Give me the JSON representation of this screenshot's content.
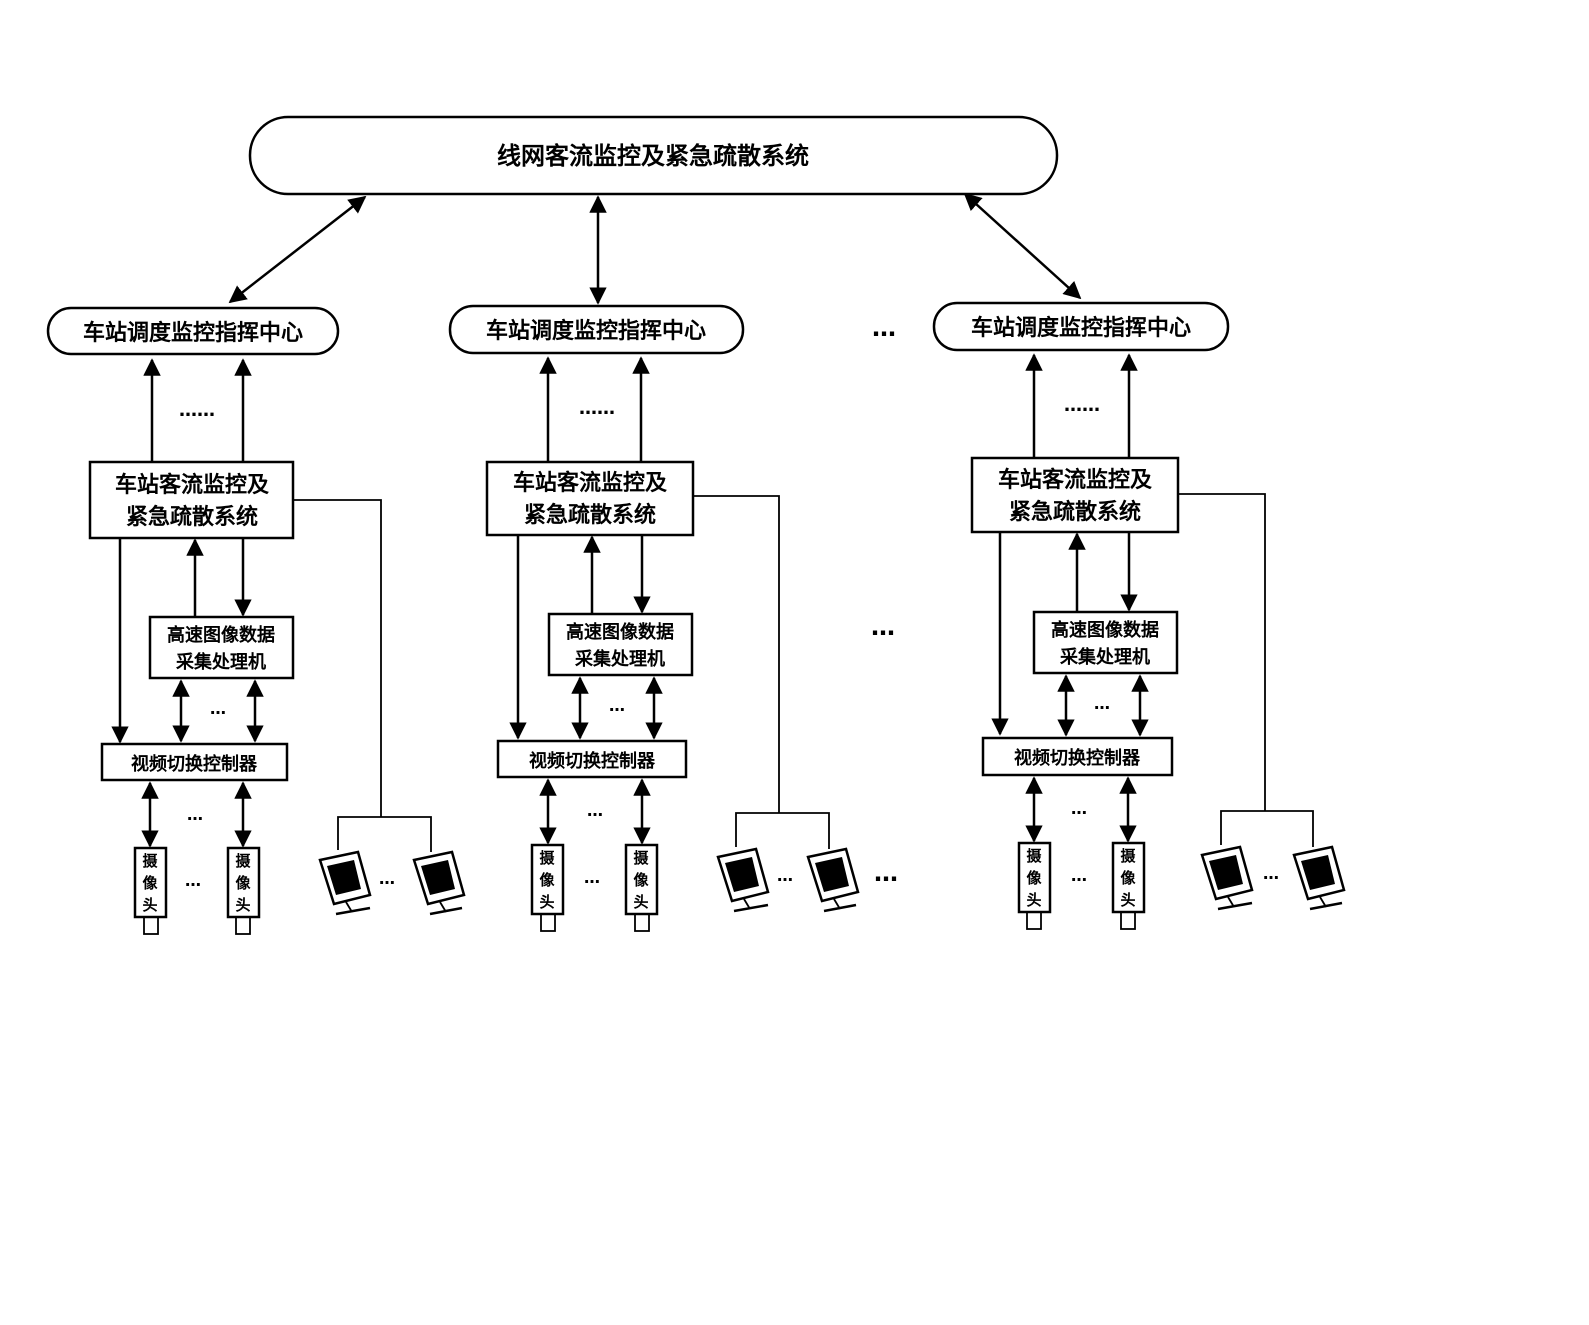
{
  "top_system": {
    "label": "线网客流监控及紧急疏散系统"
  },
  "columns": [
    {
      "center": "车站调度监控指挥中心",
      "system": [
        "车站客流监控及",
        "紧急疏散系统"
      ],
      "processor": [
        "高速图像数据",
        "采集处理机"
      ],
      "switcher": "视频切换控制器",
      "camera_label": [
        "摄",
        "像",
        "头"
      ]
    },
    {
      "center": "车站调度监控指挥中心",
      "system": [
        "车站客流监控及",
        "紧急疏散系统"
      ],
      "processor": [
        "高速图像数据",
        "采集处理机"
      ],
      "switcher": "视频切换控制器",
      "camera_label": [
        "摄",
        "像",
        "头"
      ]
    },
    {
      "center": "车站调度监控指挥中心",
      "system": [
        "车站客流监控及",
        "紧急疏散系统"
      ],
      "processor": [
        "高速图像数据",
        "采集处理机"
      ],
      "switcher": "视频切换控制器",
      "camera_label": [
        "摄",
        "像",
        "头"
      ]
    }
  ],
  "ellipsis": {
    "long": "……",
    "short": "…"
  }
}
